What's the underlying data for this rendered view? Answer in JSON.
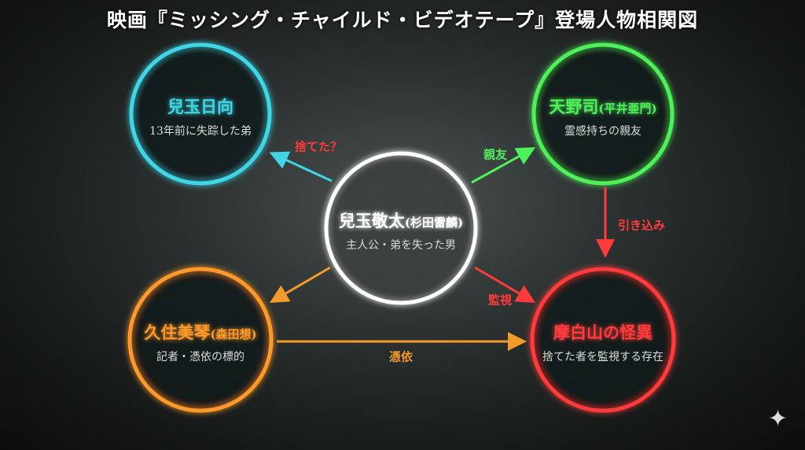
{
  "title": "映画『ミッシング・チャイルド・ビデオテープ』登場人物相関図",
  "nodes": {
    "hinata": {
      "name": "兒玉日向",
      "actor": "",
      "desc": "13年前に失踪した弟",
      "color": "#3fd6e6"
    },
    "amano": {
      "name": "天野司",
      "actor": "(平井亜門)",
      "desc": "霊感持ちの親友",
      "color": "#4ff05a"
    },
    "keita": {
      "name": "兒玉敬太",
      "actor": "(杉田雷麟)",
      "desc": "主人公・弟を失った男",
      "color": "#ffffff"
    },
    "kuzumi": {
      "name": "久住美琴",
      "actor": "(森田想)",
      "desc": "記者・憑依の標的",
      "color": "#ff9a2a"
    },
    "mahaku": {
      "name": "摩白山の怪異",
      "actor": "",
      "desc": "捨てた者を監視する存在",
      "color": "#ff3b3b"
    }
  },
  "relations": {
    "abandoned": "捨てた？",
    "best_friend": "親友",
    "drawn_in": "引き込み",
    "watch": "監視",
    "possession": "憑依"
  },
  "colors": {
    "red": "#ff3b3b",
    "green": "#4ff05a",
    "orange": "#f39a2a"
  }
}
